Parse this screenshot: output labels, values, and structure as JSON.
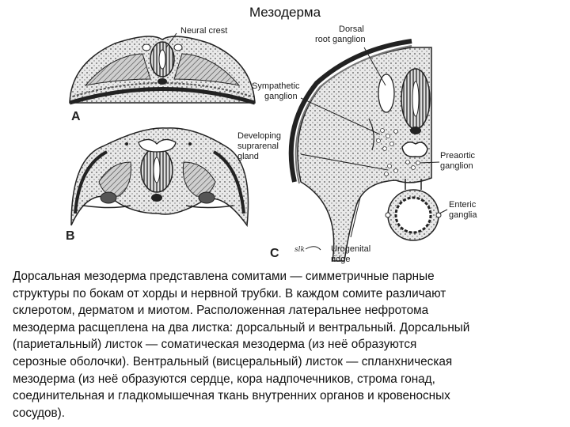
{
  "title": "Мезодерма",
  "figure": {
    "panel_labels": {
      "a": "A",
      "b": "B",
      "c": "C"
    },
    "labels": {
      "neural_crest": "Neural crest",
      "dorsal_root_ganglion": [
        "Dorsal",
        "root ganglion"
      ],
      "sympathetic_ganglion": [
        "Sympathetic",
        "ganglion"
      ],
      "developing_suprarenal_gland": [
        "Developing",
        "suprarenal",
        "gland"
      ],
      "preaortic_ganglion": [
        "Preaortic",
        "ganglion"
      ],
      "enteric_ganglia": [
        "Enteric",
        "ganglia"
      ],
      "urogenital_ridge": [
        "Urogenital",
        "ridge"
      ]
    },
    "signature": "slk"
  },
  "paragraph_lines": [
    "Дорсальная мезодерма представлена сомитами — симметричные парные",
    "структуры по бокам от хорды и нервной трубки. В каждом сомите различают",
    "склеротом, дерматом и миотом. Расположенная латеральнее нефротома",
    "мезодерма расщеплена на два листка: дорсальный и вентральный. Дорсальный",
    "(париетальный) листок — соматическая мезодерма (из неё образуются",
    "серозные оболочки). Вентральный (висцеральный) листок — спланхническая",
    "мезодерма (из неё образуются сердце, кора надпочечников, строма гонад,",
    "соединительная и гладкомышечная ткань внутренних органов и кровеносных",
    "сосудов)."
  ]
}
